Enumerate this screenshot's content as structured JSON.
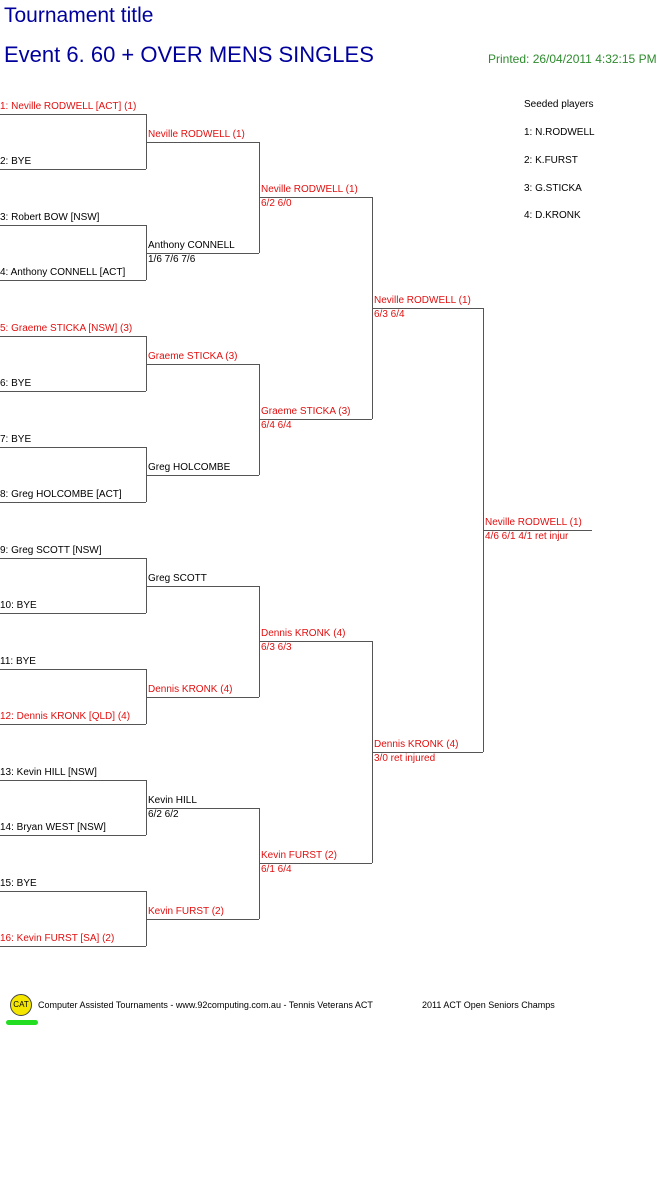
{
  "header": {
    "title": "Tournament title",
    "event": "Event 6. 60 + OVER MENS SINGLES",
    "printed": "Printed: 26/04/2011 4:32:15 PM"
  },
  "round1": [
    {
      "text": "1: Neville RODWELL [ACT] (1)",
      "seeded": true
    },
    {
      "text": "2: BYE",
      "seeded": false
    },
    {
      "text": "3: Robert BOW [NSW]",
      "seeded": false
    },
    {
      "text": "4: Anthony CONNELL [ACT]",
      "seeded": false
    },
    {
      "text": "5: Graeme STICKA [NSW] (3)",
      "seeded": true
    },
    {
      "text": "6: BYE",
      "seeded": false
    },
    {
      "text": "7: BYE",
      "seeded": false
    },
    {
      "text": "8: Greg HOLCOMBE [ACT]",
      "seeded": false
    },
    {
      "text": "9: Greg SCOTT [NSW]",
      "seeded": false
    },
    {
      "text": "10: BYE",
      "seeded": false
    },
    {
      "text": "11: BYE",
      "seeded": false
    },
    {
      "text": "12: Dennis KRONK [QLD] (4)",
      "seeded": true
    },
    {
      "text": "13: Kevin HILL [NSW]",
      "seeded": false
    },
    {
      "text": "14: Bryan WEST [NSW]",
      "seeded": false
    },
    {
      "text": "15: BYE",
      "seeded": false
    },
    {
      "text": "16: Kevin FURST [SA] (2)",
      "seeded": true
    }
  ],
  "round2": [
    {
      "name": "Neville RODWELL (1)",
      "score": "",
      "seeded": true
    },
    {
      "name": "Anthony CONNELL",
      "score": "1/6 7/6 7/6",
      "seeded": false
    },
    {
      "name": "Graeme STICKA (3)",
      "score": "",
      "seeded": true
    },
    {
      "name": "Greg HOLCOMBE",
      "score": "",
      "seeded": false
    },
    {
      "name": "Greg SCOTT",
      "score": "",
      "seeded": false
    },
    {
      "name": "Dennis KRONK (4)",
      "score": "",
      "seeded": true
    },
    {
      "name": "Kevin HILL",
      "score": "6/2 6/2",
      "seeded": false
    },
    {
      "name": "Kevin FURST (2)",
      "score": "",
      "seeded": true
    }
  ],
  "round3": [
    {
      "name": "Neville RODWELL (1)",
      "score": "6/2 6/0",
      "seeded": true
    },
    {
      "name": "Graeme STICKA (3)",
      "score": "6/4 6/4",
      "seeded": true
    },
    {
      "name": "Dennis KRONK (4)",
      "score": "6/3 6/3",
      "seeded": true
    },
    {
      "name": "Kevin FURST (2)",
      "score": "6/1 6/4",
      "seeded": true
    }
  ],
  "round4": [
    {
      "name": "Neville RODWELL (1)",
      "score": "6/3 6/4",
      "seeded": true
    },
    {
      "name": "Dennis KRONK (4)",
      "score": "3/0 ret injured",
      "seeded": true
    }
  ],
  "final": {
    "name": "Neville RODWELL (1)",
    "score": "4/6 6/1 4/1 ret injur",
    "seeded": true
  },
  "seeds": {
    "heading": "Seeded players",
    "list": [
      "1: N.RODWELL",
      "2: K.FURST",
      "3: G.STICKA",
      "4: D.KRONK"
    ]
  },
  "footer": {
    "logo": "CAT",
    "text": "Computer Assisted Tournaments - www.92computing.com.au -  Tennis Veterans ACT",
    "event": "2011 ACT Open Seniors Champs"
  },
  "colors": {
    "title": "#00009c",
    "seeded": "#e01010",
    "printed": "#2e8b2e",
    "line": "#555555"
  }
}
